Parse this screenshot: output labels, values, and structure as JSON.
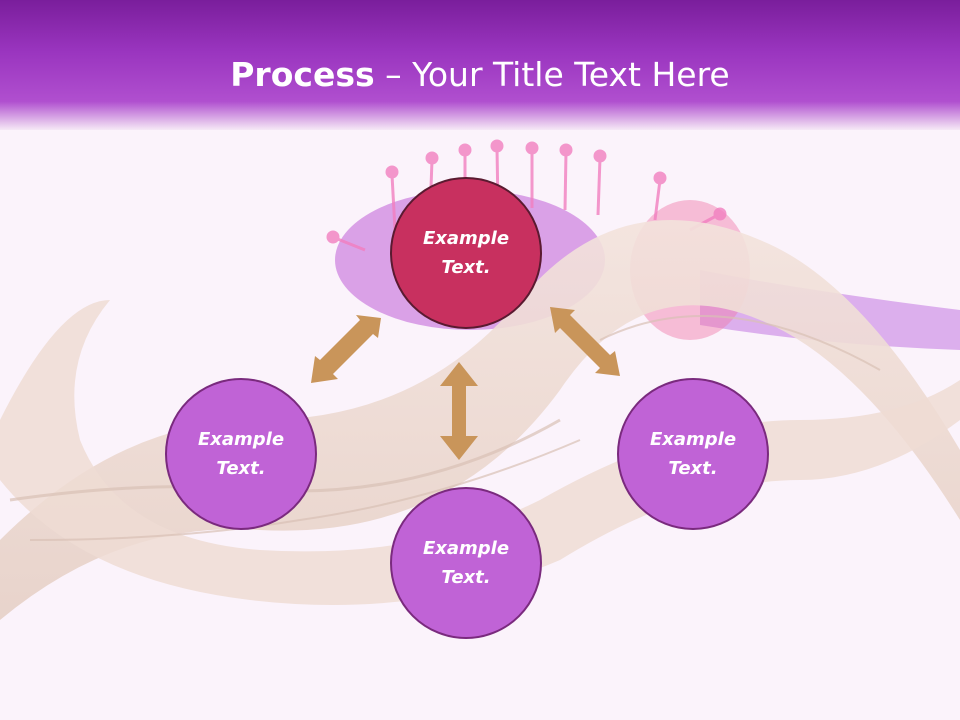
{
  "header": {
    "title_bold": "Process",
    "title_rest": " – Your Title Text Here"
  },
  "diagram": {
    "top_node": "Example\nText.",
    "left_node": "Example\nText.",
    "right_node": "Example\nText.",
    "bottom_node": "Example\nText."
  },
  "colors": {
    "header": "#9a35bf",
    "top_circle": "#c8305f",
    "side_circles": "#c063d6",
    "arrows": "#c9955a"
  }
}
